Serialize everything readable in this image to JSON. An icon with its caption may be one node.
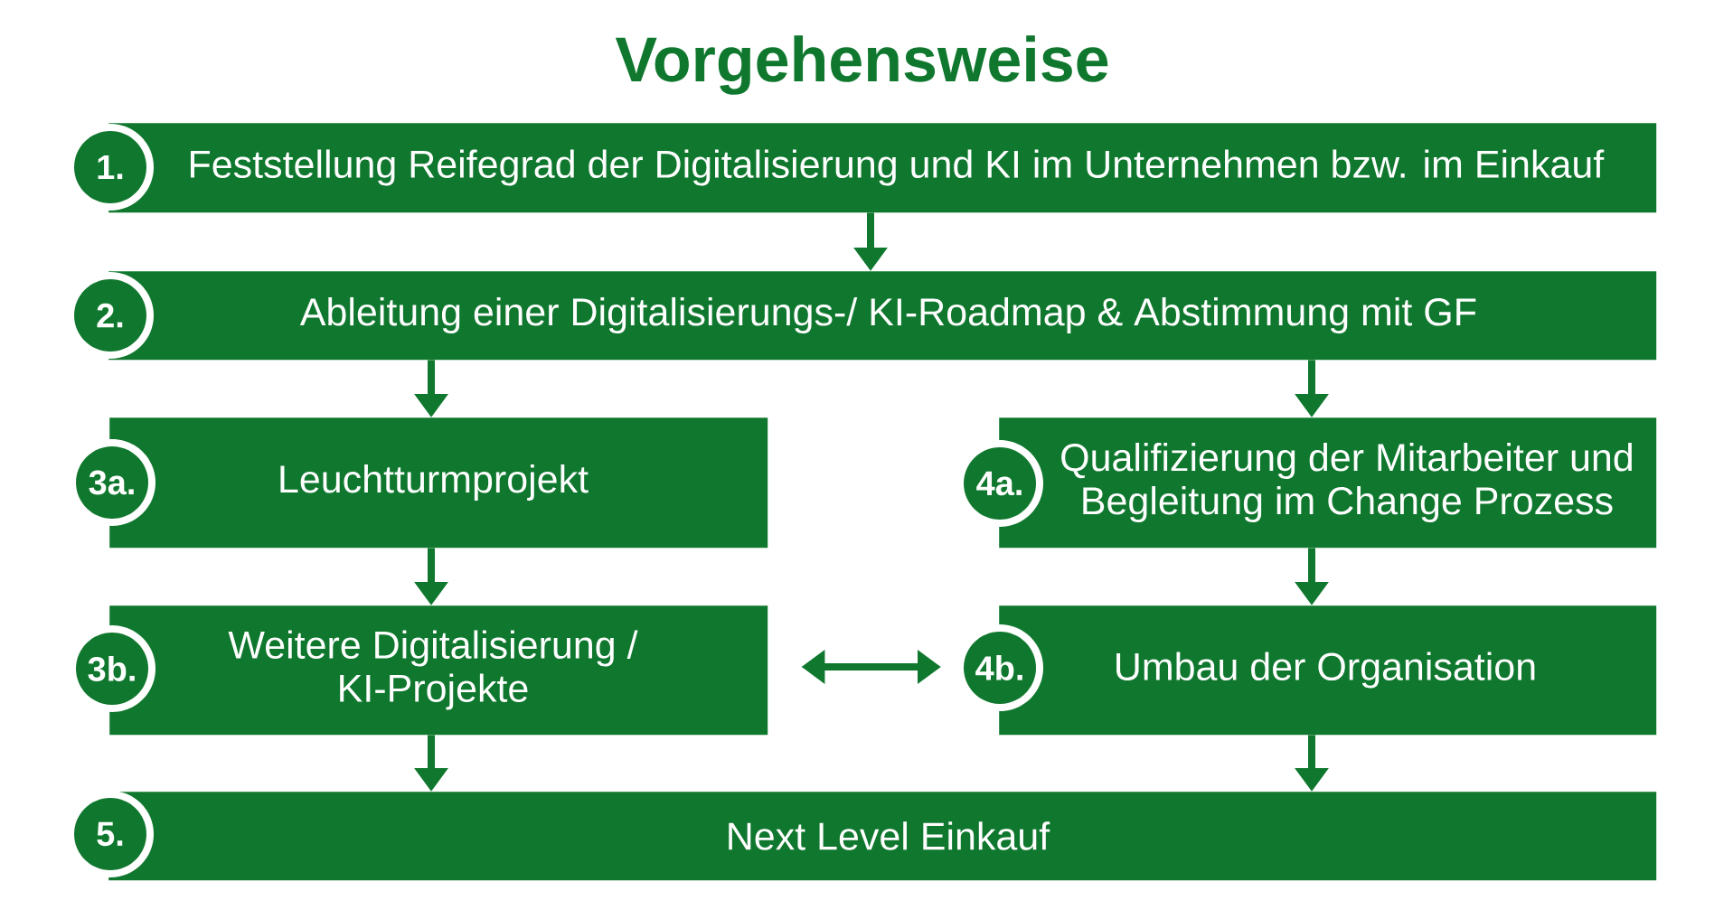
{
  "diagram": {
    "title": "Vorgehensweise",
    "nodes": [
      {
        "text": [
          "1.",
          "Feststellung Reifegrad der Digitalisierung und KI im Unternehmen bzw. im Einkauf"
        ]
      },
      {
        "text": [
          "2.",
          "Ableitung einer Digitalisierungs-/ KI-Roadmap & Abstimmung mit GF"
        ]
      },
      {
        "text": [
          "3a.",
          "Leuchtturmprojekt"
        ]
      },
      {
        "text": [
          "4a.",
          "Qualifizierung der Mitarbeiter und Begleitung im Change Prozess"
        ]
      },
      {
        "text": [
          "3b.",
          "Weitere Digitalisierung / KI-Projekte"
        ]
      },
      {
        "text": [
          "4b.",
          "Umbau der Organisation"
        ]
      },
      {
        "text": [
          "5.",
          "Next Level Einkauf"
        ]
      }
    ],
    "edges": [
      {
        "from": 0,
        "to": 1,
        "arrow": "to"
      },
      {
        "from": 1,
        "to": 2,
        "arrow": "to"
      },
      {
        "from": 1,
        "to": 3,
        "arrow": "to"
      },
      {
        "from": 2,
        "to": 4,
        "arrow": "to"
      },
      {
        "from": 3,
        "to": 5,
        "arrow": "to"
      },
      {
        "from": 4,
        "to": 5,
        "arrow": "both"
      },
      {
        "from": 4,
        "to": 6,
        "arrow": "to"
      },
      {
        "from": 5,
        "to": 6,
        "arrow": "to"
      }
    ]
  }
}
